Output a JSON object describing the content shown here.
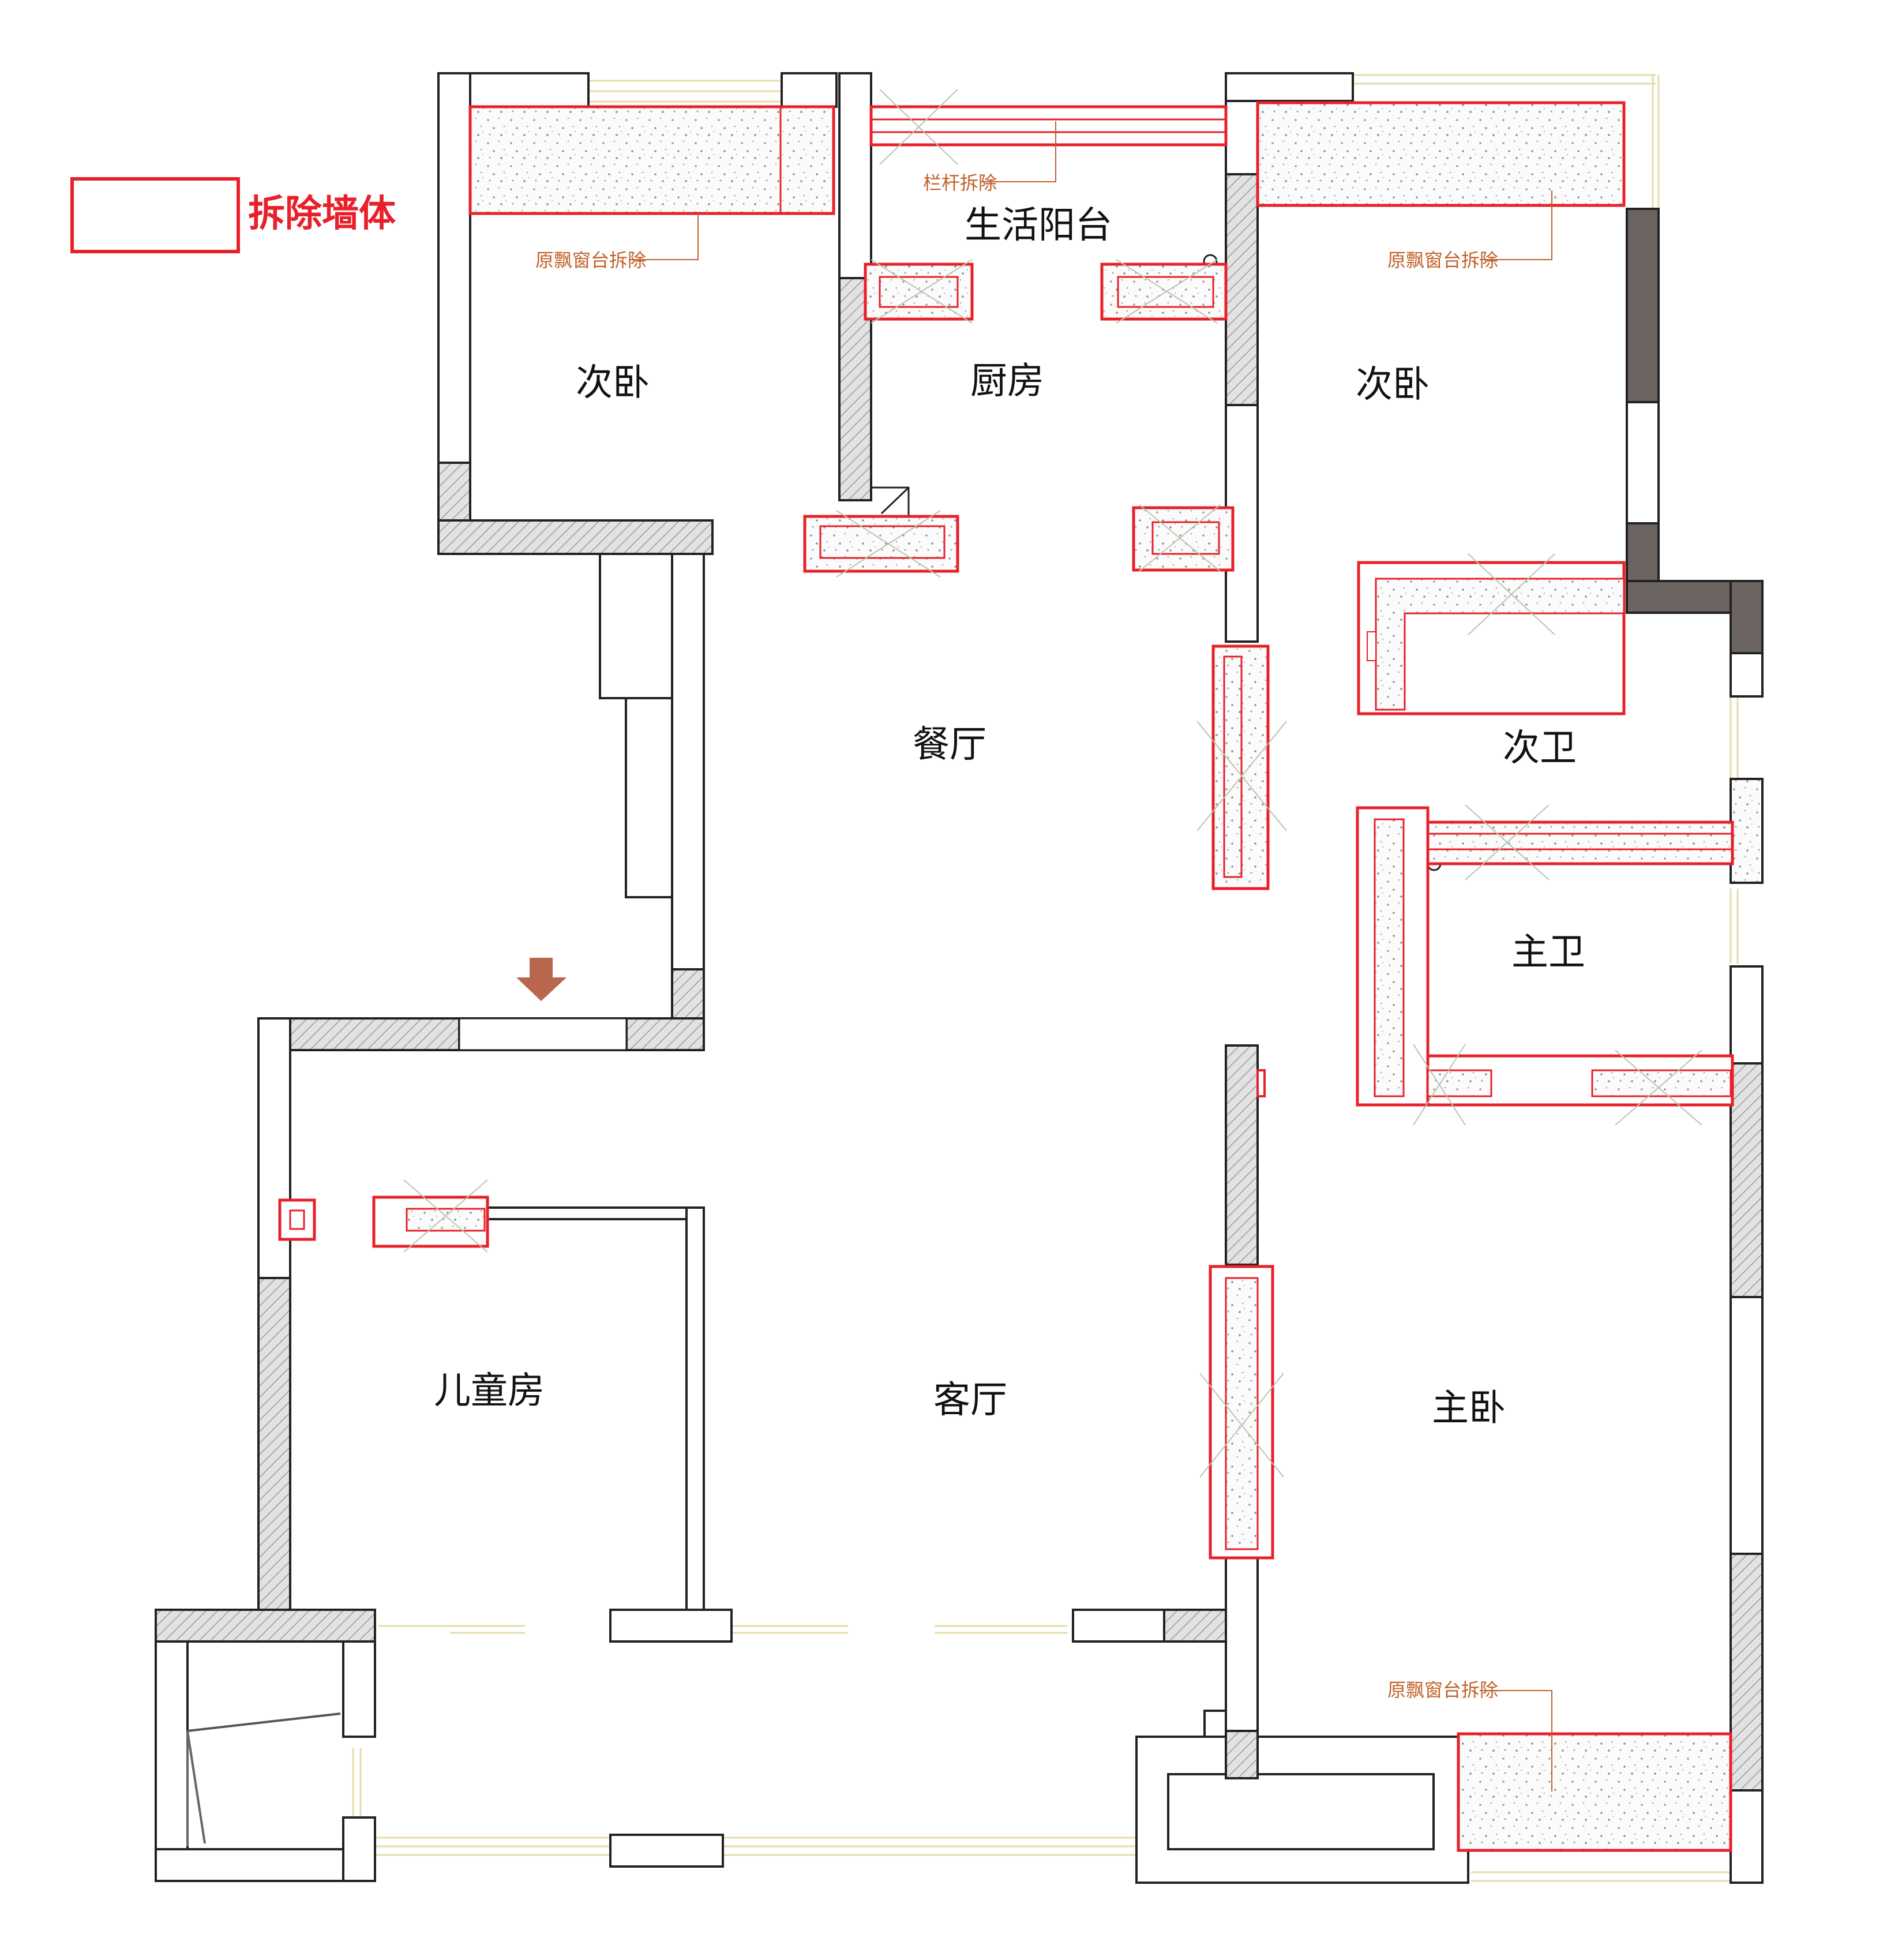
{
  "legend": {
    "label": "拆除墙体",
    "color": "#e8202a"
  },
  "rooms": {
    "bedroom_nw": "次卧",
    "balcony": "生活阳台",
    "kitchen": "厨房",
    "bedroom_ne": "次卧",
    "dining": "餐厅",
    "bath_second": "次卫",
    "bath_master": "主卫",
    "kids_room": "儿童房",
    "living": "客厅",
    "master_bedroom": "主卧"
  },
  "notes": {
    "bay_window_nw": "原飘窗台拆除",
    "railing": "栏杆拆除",
    "bay_window_ne": "原飘窗台拆除",
    "bay_window_se": "原飘窗台拆除"
  },
  "colors": {
    "wall_outline": "#222222",
    "wall_fill": "#d9d9d9",
    "demolish": "#e8202a",
    "note_text": "#c0622a",
    "dark_wall": "#6b6461",
    "window_line": "#e0d6a0",
    "entry_arrow": "#b8674c"
  },
  "icons": {
    "entry": "entry-arrow-icon"
  }
}
